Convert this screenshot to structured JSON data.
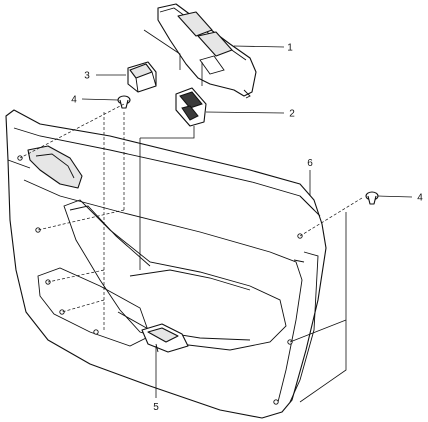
{
  "callouts": [
    {
      "id": "c1",
      "label": "1"
    },
    {
      "id": "c2",
      "label": "2"
    },
    {
      "id": "c3",
      "label": "3"
    },
    {
      "id": "c4a",
      "label": "4"
    },
    {
      "id": "c4b",
      "label": "4"
    },
    {
      "id": "c5",
      "label": "5"
    },
    {
      "id": "c6",
      "label": "6"
    }
  ]
}
